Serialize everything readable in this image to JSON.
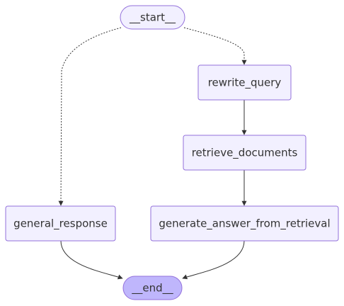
{
  "graph": {
    "nodes": {
      "start": {
        "label": "__start__",
        "kind": "terminal"
      },
      "rewrite_query": {
        "label": "rewrite_query",
        "kind": "process"
      },
      "retrieve_documents": {
        "label": "retrieve_documents",
        "kind": "process"
      },
      "general_response": {
        "label": "general_response",
        "kind": "process"
      },
      "generate_answer_from_retrieval": {
        "label": "generate_answer_from_retrieval",
        "kind": "process"
      },
      "end": {
        "label": "__end__",
        "kind": "terminal"
      }
    },
    "edges": [
      {
        "from": "start",
        "to": "general_response",
        "style": "dotted"
      },
      {
        "from": "start",
        "to": "rewrite_query",
        "style": "dotted"
      },
      {
        "from": "rewrite_query",
        "to": "retrieve_documents",
        "style": "solid"
      },
      {
        "from": "retrieve_documents",
        "to": "generate_answer_from_retrieval",
        "style": "solid"
      },
      {
        "from": "general_response",
        "to": "end",
        "style": "solid"
      },
      {
        "from": "generate_answer_from_retrieval",
        "to": "end",
        "style": "solid"
      }
    ]
  },
  "colors": {
    "node_fill": "#f2f0ff",
    "node_stroke": "#9370db",
    "end_fill": "#bfb6fc",
    "edge": "#333333",
    "text": "#333333"
  }
}
